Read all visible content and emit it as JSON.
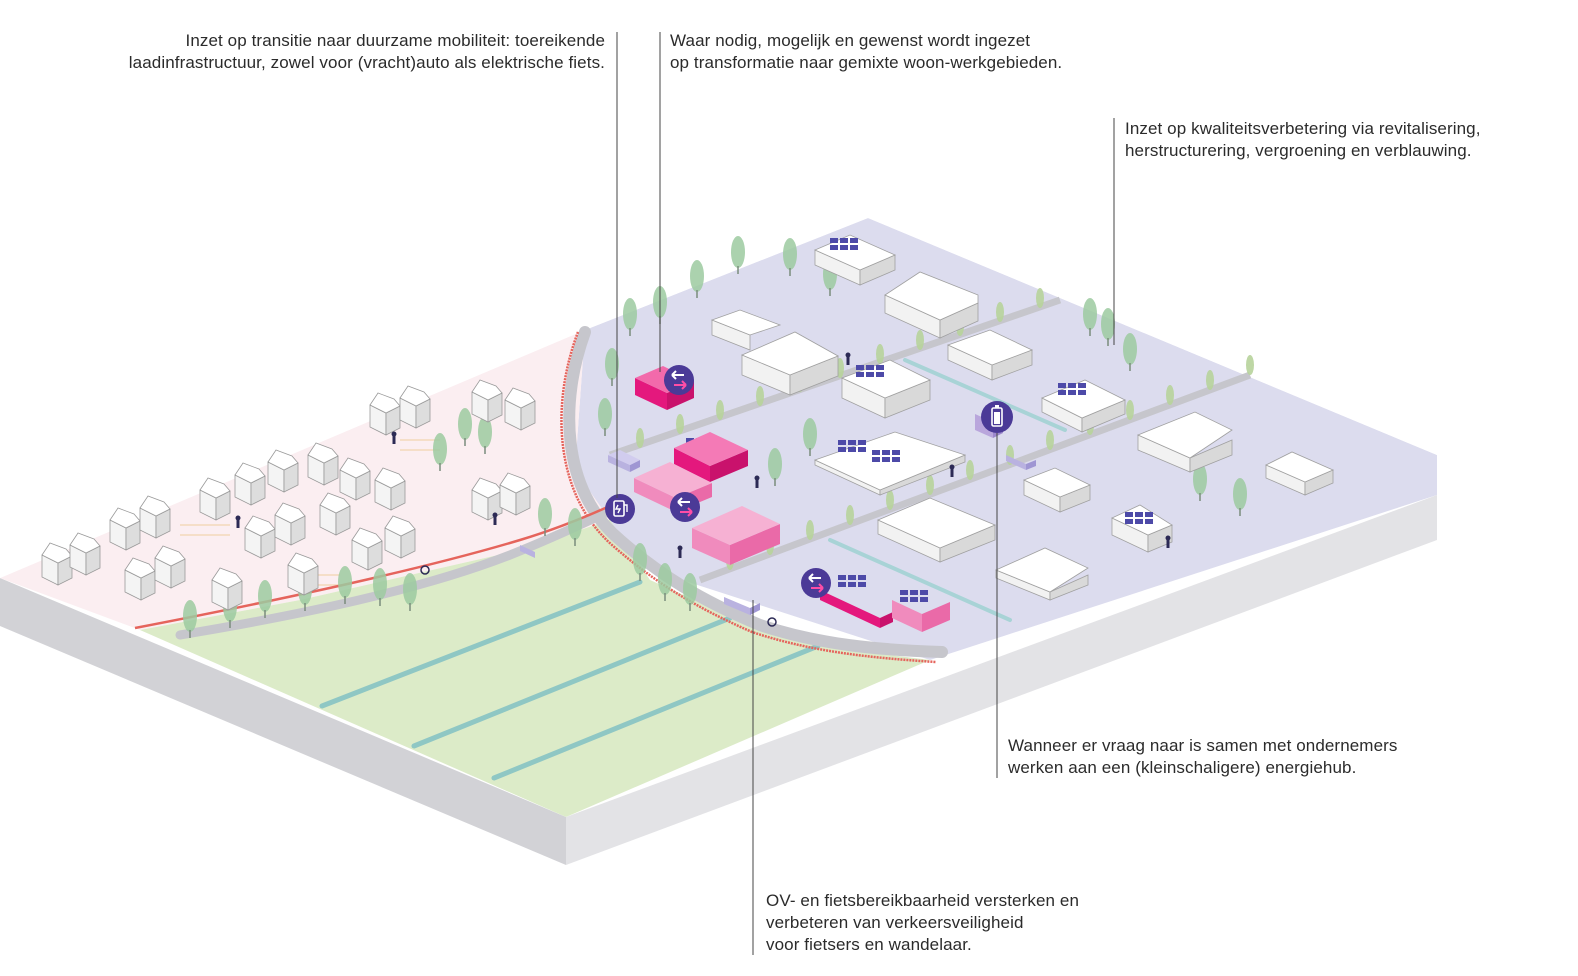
{
  "annotations": {
    "mobility": {
      "line1": "Inzet op transitie naar duurzame mobiliteit: toereikende",
      "line2": "laadinfrastructuur, zowel voor (vracht)auto als elektrische fiets."
    },
    "transformation": {
      "line1": "Waar nodig, mogelijk en gewenst wordt ingezet",
      "line2": "op transformatie naar gemixte woon-werkgebieden."
    },
    "quality": {
      "line1": "Inzet op kwaliteitsverbetering via revitalisering,",
      "line2": "herstructurering, vergroening en verblauwing."
    },
    "energyhub": {
      "line1": "Wanneer er vraag naar is samen met ondernemers",
      "line2": "werken aan een (kleinschaligere) energiehub."
    },
    "accessibility": {
      "line1": "OV- en fietsbereikbaarheid versterken en",
      "line2": "verbeteren van verkeersveiligheid",
      "line3": "voor fietsers en wandelaar."
    }
  },
  "colors": {
    "business_area": "#dcdcee",
    "residential_area": "#fbeef1",
    "meadow": "#dcebc8",
    "ditch": "#8fc7c4",
    "road": "#c8c8cc",
    "red_path": "#e5645c",
    "magenta_building": "#e4187d",
    "pink_building": "#f08bbd",
    "icon_purple": "#4b3a97",
    "tree": "#9ccaa0",
    "slab_side": "#d4d4d8",
    "slab_front": "#e2e2e4",
    "leader_line": "#444444"
  },
  "icons": {
    "transformation_marker": "arrows-exchange-icon",
    "charging_marker": "charging-station-icon",
    "battery_marker": "battery-icon"
  }
}
